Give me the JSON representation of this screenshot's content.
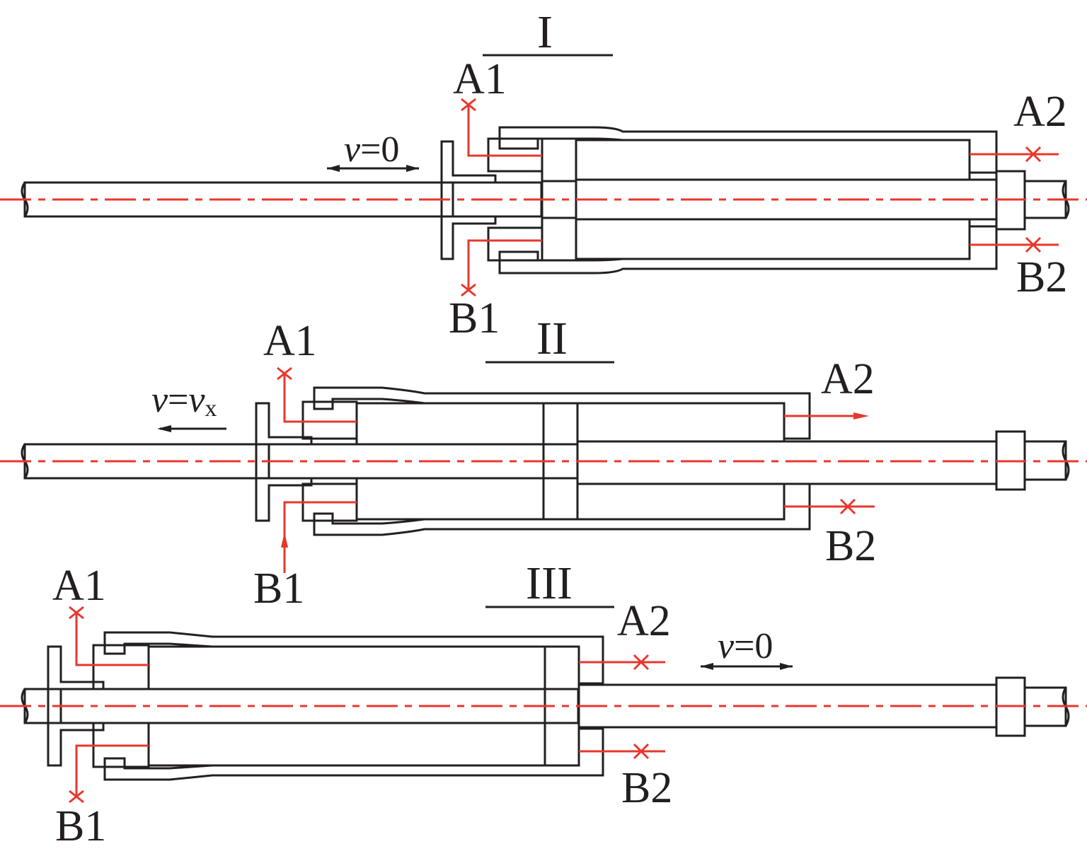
{
  "diagram": {
    "stages": [
      {
        "roman": "I",
        "velocity": {
          "v": "v",
          "rest": "=0"
        },
        "ports": {
          "a1": "A1",
          "a2": "A2",
          "b1": "B1",
          "b2": "B2"
        }
      },
      {
        "roman": "II",
        "velocity": {
          "v": "v",
          "eq": "=",
          "vx": "v",
          "sub": "x"
        },
        "ports": {
          "a1": "A1",
          "a2": "A2",
          "b1": "B1",
          "b2": "B2"
        }
      },
      {
        "roman": "III",
        "velocity": {
          "v": "v",
          "rest": "=0"
        },
        "ports": {
          "a1": "A1",
          "a2": "A2",
          "b1": "B1",
          "b2": "B2"
        }
      }
    ],
    "colors": {
      "line": "#231f20",
      "pipe": "#e8372c",
      "background": "#ffffff"
    }
  }
}
